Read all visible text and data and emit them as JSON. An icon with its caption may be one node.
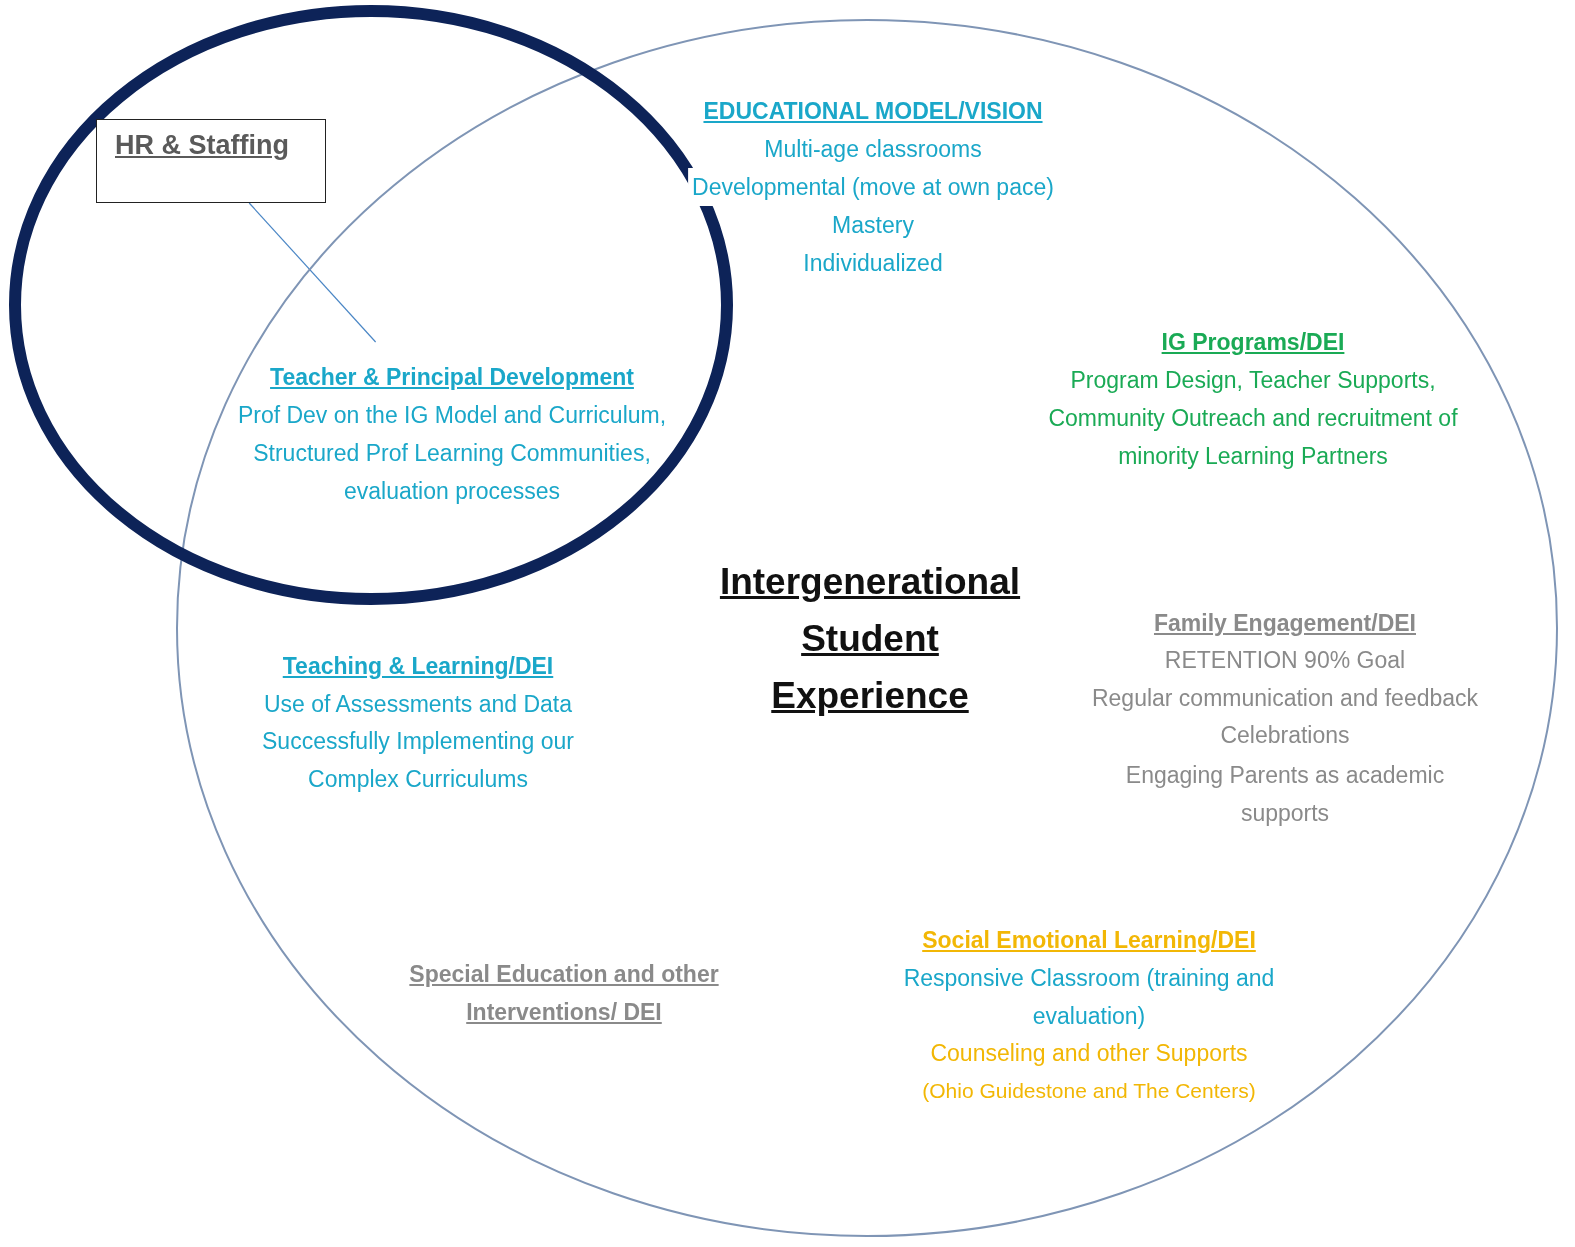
{
  "diagram": {
    "nodes": [
      {
        "text": [],
        "shape": "circle"
      },
      {
        "text": [],
        "shape": "circle"
      },
      {
        "text": [
          "HR & Staffing"
        ],
        "in": 1
      },
      {
        "text": [
          "Teacher & Principal Development",
          "Prof Dev on the IG Model and Curriculum, Structured Prof Learning Communities, evaluation processes"
        ]
      }
    ],
    "edges": [
      {
        "from": 2,
        "to": 3,
        "arrow": "none"
      }
    ],
    "labels": [
      "EDUCATIONAL MODEL/VISION",
      "Multi-age classrooms",
      "Developmental (move at own pace)",
      "Mastery",
      "Individualized",
      "IG Programs/DEI",
      "Program Design, Teacher Supports, Community Outreach and recruitment of minority Learning Partners",
      "Intergenerational Student Experience",
      "Family Engagement/DEI",
      "RETENTION 90% Goal",
      "Regular communication and feedback",
      "Celebrations",
      "Engaging Parents as academic supports",
      "Teaching & Learning/DEI",
      "Use of Assessments and Data",
      "Successfully Implementing our Complex Curriculums",
      "Special Education and other Interventions/ DEI",
      "Social Emotional Learning/DEI",
      "Responsive Classroom (training and evaluation)",
      "Counseling and other Supports",
      "(Ohio Guidestone and The Centers)"
    ]
  }
}
